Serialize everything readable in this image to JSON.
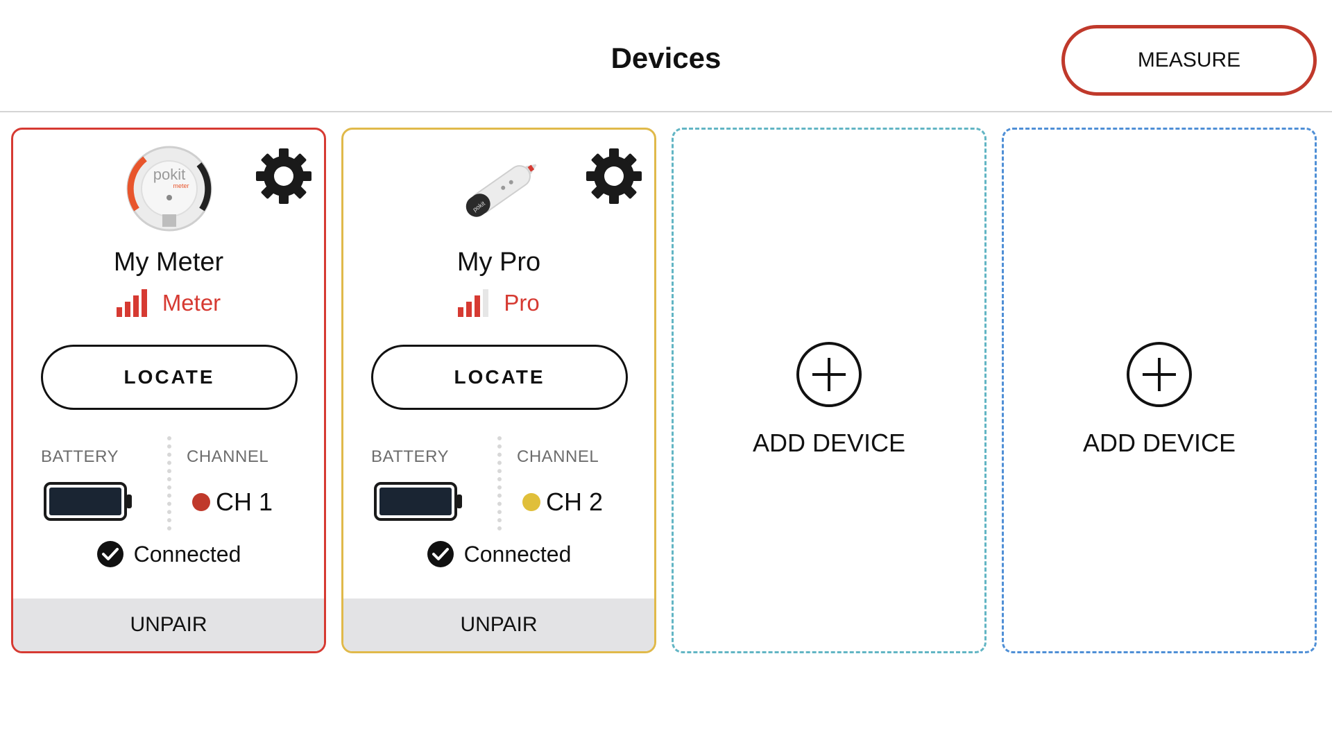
{
  "header": {
    "title": "Devices",
    "measure_label": "MEASURE"
  },
  "colors": {
    "accent_red": "#d63a32",
    "accent_yellow": "#e0b94a",
    "add_border_teal": "#62b5c4",
    "add_border_blue": "#4f8fd6",
    "unpair_bg": "#e3e3e5"
  },
  "devices": [
    {
      "name": "My Meter",
      "type": "Meter",
      "image_icon": "pokit-meter-icon",
      "settings_icon": "gear-icon",
      "signal_icon": "signal-bars-icon",
      "signal_bars_lit": 4,
      "locate_label": "LOCATE",
      "battery_label": "BATTERY",
      "channel_label": "CHANNEL",
      "battery_level": 1.0,
      "channel_value": "CH 1",
      "channel_color": "#c0392b",
      "status": "Connected",
      "unpair_label": "UNPAIR"
    },
    {
      "name": "My Pro",
      "type": "Pro",
      "image_icon": "pokit-pro-icon",
      "settings_icon": "gear-icon",
      "signal_icon": "signal-bars-icon",
      "signal_bars_lit": 3,
      "locate_label": "LOCATE",
      "battery_label": "BATTERY",
      "channel_label": "CHANNEL",
      "battery_level": 1.0,
      "channel_value": "CH 2",
      "channel_color": "#e0bf3a",
      "status": "Connected",
      "unpair_label": "UNPAIR"
    }
  ],
  "add_slots": [
    {
      "label": "ADD DEVICE",
      "icon": "plus-circle-icon"
    },
    {
      "label": "ADD DEVICE",
      "icon": "plus-circle-icon"
    }
  ]
}
